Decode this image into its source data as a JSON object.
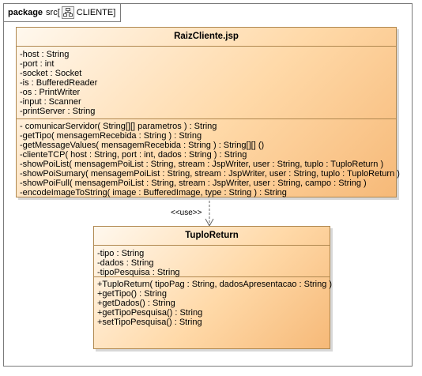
{
  "frame": {
    "keyword": "package",
    "name": "src[",
    "diagram_name": "CLIENTE",
    "close": "]"
  },
  "classes": [
    {
      "id": "raiz",
      "name": "RaizCliente.jsp",
      "attributes": [
        "-host : String",
        "-port : int",
        "-socket : Socket",
        "-is : BufferedReader",
        "-os : PrintWriter",
        "-input : Scanner",
        "-printServer : String"
      ],
      "operations": [
        "- comunicarServidor( String[][] parametros ) : String",
        "-getTipo( mensagemRecebida : String ) : String",
        "-getMessageValues( mensagemRecebida : String ) : String[][] ()",
        "-clienteTCP( host : String, port : int, dados : String ) : String",
        "-showPoiList( mensagemPoiList : String, stream : JspWriter, user : String, tuplo : TuploReturn )",
        "-showPoiSumary( mensagemPoiList : String, stream : JspWriter, user : String, tuplo : TuploReturn )",
        "-showPoiFull( mensagemPoiList : String, stream : JspWriter, user : String, campo : String )",
        "-encodeImageToString( image : BufferedImage, type : String ) : String"
      ]
    },
    {
      "id": "tuplo",
      "name": "TuploReturn",
      "attributes": [
        "-tipo : String",
        "-dados : String",
        "-tipoPesquisa : String"
      ],
      "operations": [
        "+TuploReturn( tipoPag : String, dadosApresentacao : String )",
        "+getTipo() : String",
        "+getDados() : String",
        "+getTipoPesquisa() : String",
        "+setTipoPesquisa() : String"
      ]
    }
  ],
  "dependency": {
    "label": "<<use>>"
  }
}
